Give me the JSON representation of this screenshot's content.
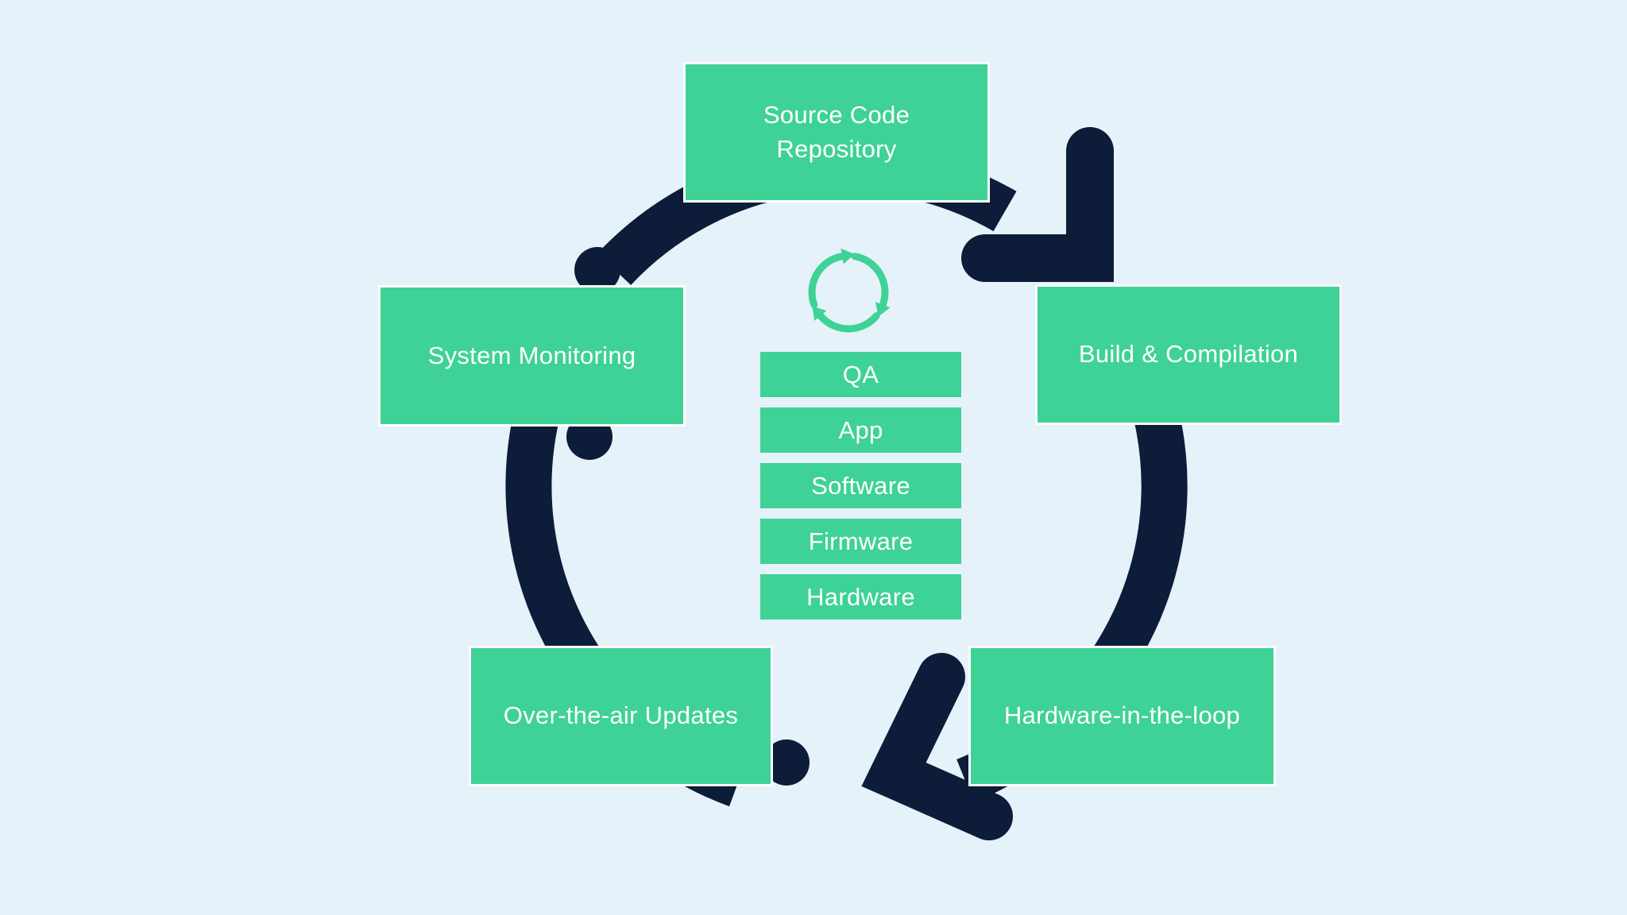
{
  "diagram": {
    "type": "cycle",
    "palette": {
      "background": "#e6f2f9",
      "box_green": "#3fd296",
      "arrow_navy": "#0d1c38",
      "box_border": "#fdfefe",
      "text": "#ffffff"
    },
    "cycle_nodes": [
      {
        "id": "source-code-repository",
        "label": "Source Code Repository"
      },
      {
        "id": "build-compilation",
        "label": "Build & Compilation"
      },
      {
        "id": "hardware-in-the-loop",
        "label": "Hardware-in-the-loop"
      },
      {
        "id": "over-the-air-updates",
        "label": "Over-the-air Updates"
      },
      {
        "id": "system-monitoring",
        "label": "System Monitoring"
      }
    ],
    "center_stack": {
      "items": [
        {
          "label": "QA"
        },
        {
          "label": "App"
        },
        {
          "label": "Software"
        },
        {
          "label": "Firmware"
        },
        {
          "label": "Hardware"
        }
      ]
    },
    "icons": {
      "center_icon": "circular-arrows-cycle-icon"
    }
  }
}
